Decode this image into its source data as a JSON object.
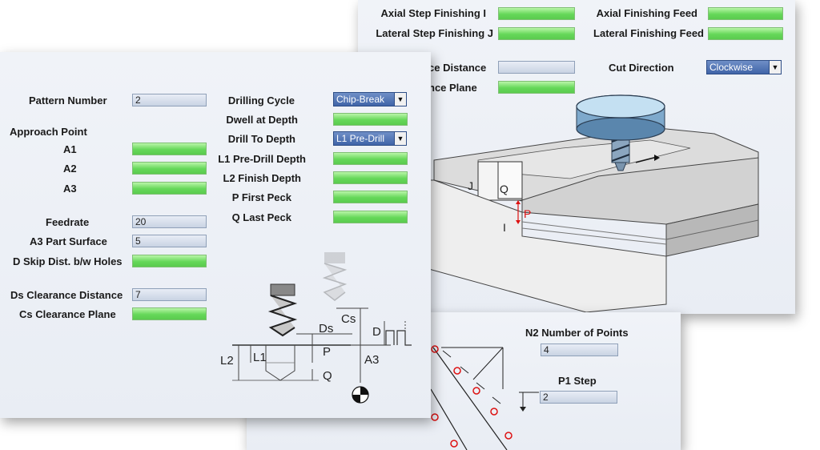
{
  "back_panel": {
    "axial_step_finishing_label": "Axial Step Finishing I",
    "axial_finishing_feed_label": "Axial Finishing Feed",
    "lateral_step_finishing_label": "Lateral Step Finishing J",
    "lateral_finishing_feed_label": "Lateral Finishing Feed",
    "clearance_distance_label_partial": "ce Distance",
    "clearance_plane_label_partial": "nce Plane",
    "cut_direction_label": "Cut Direction",
    "cut_direction_value": "Clockwise",
    "diagram_labels": {
      "j": "J",
      "q": "Q",
      "p": "P",
      "i": "I"
    }
  },
  "mid_panel": {
    "n2_label": "N2 Number of Points",
    "n2_value": "4",
    "p1_label": "P1 Step",
    "p1_value": "2"
  },
  "front_panel": {
    "pattern_number_label": "Pattern Number",
    "pattern_number_value": "2",
    "approach_point_label": "Approach Point",
    "a1_label": "A1",
    "a2_label": "A2",
    "a3_label": "A3",
    "feedrate_label": "Feedrate",
    "feedrate_value": "20",
    "a3_part_surface_label": "A3 Part Surface",
    "a3_part_surface_value": "5",
    "d_skip_label": "D Skip Dist. b/w Holes",
    "ds_clearance_label": "Ds Clearance Distance",
    "ds_clearance_value": "7",
    "cs_clearance_label": "Cs Clearance Plane",
    "drilling_cycle_label": "Drilling Cycle",
    "drilling_cycle_value": "Chip-Break",
    "dwell_label": "Dwell at Depth",
    "drill_to_depth_label": "Drill To Depth",
    "drill_to_depth_value": "L1 Pre-Drill",
    "l1_label": "L1 Pre-Drill Depth",
    "l2_label": "L2 Finish Depth",
    "p_first_peck_label": "P First Peck",
    "q_last_peck_label": "Q Last Peck",
    "diagram_labels": {
      "cs": "Cs",
      "ds": "Ds",
      "d": "D",
      "l2": "L2",
      "l1": "L1",
      "p": "P",
      "q": "Q",
      "a3": "A3"
    }
  },
  "colors": {
    "field_green": "#66d85a",
    "select_blue": "#3f64a8",
    "accent_red": "#dd1111"
  }
}
